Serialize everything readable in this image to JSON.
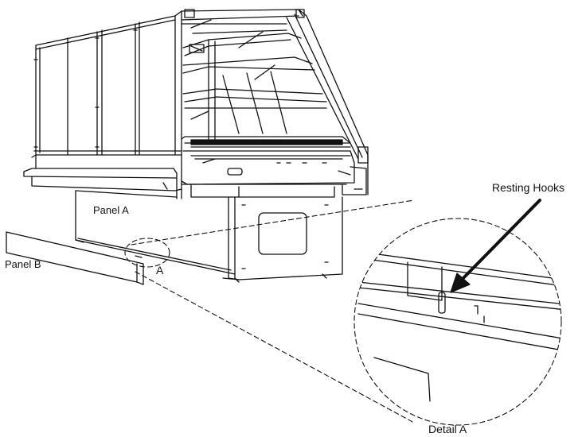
{
  "labels": {
    "panel_a": "Panel A",
    "panel_b": "Panel B",
    "detail_marker": "A",
    "resting_hooks": "Resting Hooks",
    "detail_a": "Detail A"
  },
  "colors": {
    "line": "#111111",
    "background": "#ffffff"
  }
}
